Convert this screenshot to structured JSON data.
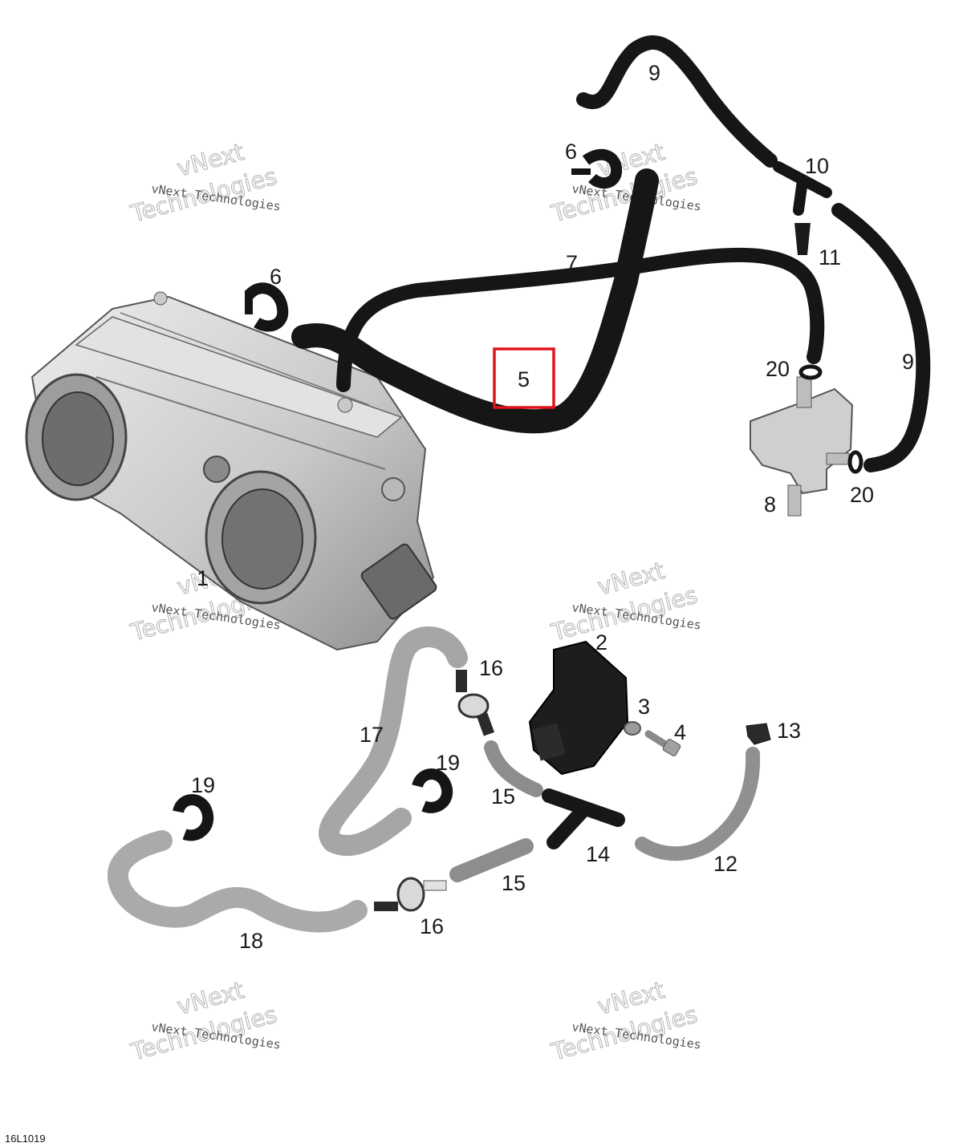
{
  "callouts": [
    {
      "id": "1",
      "text": "1"
    },
    {
      "id": "2",
      "text": "2"
    },
    {
      "id": "3",
      "text": "3"
    },
    {
      "id": "4",
      "text": "4"
    },
    {
      "id": "5",
      "text": "5"
    },
    {
      "id": "6a",
      "text": "6"
    },
    {
      "id": "6b",
      "text": "6"
    },
    {
      "id": "7",
      "text": "7"
    },
    {
      "id": "8",
      "text": "8"
    },
    {
      "id": "9a",
      "text": "9"
    },
    {
      "id": "9b",
      "text": "9"
    },
    {
      "id": "10",
      "text": "10"
    },
    {
      "id": "11",
      "text": "11"
    },
    {
      "id": "12",
      "text": "12"
    },
    {
      "id": "13",
      "text": "13"
    },
    {
      "id": "14",
      "text": "14"
    },
    {
      "id": "15a",
      "text": "15"
    },
    {
      "id": "15b",
      "text": "15"
    },
    {
      "id": "16a",
      "text": "16"
    },
    {
      "id": "16b",
      "text": "16"
    },
    {
      "id": "17",
      "text": "17"
    },
    {
      "id": "18",
      "text": "18"
    },
    {
      "id": "19a",
      "text": "19"
    },
    {
      "id": "19b",
      "text": "19"
    },
    {
      "id": "20a",
      "text": "20"
    },
    {
      "id": "20b",
      "text": "20"
    }
  ],
  "highlighted_callout": "5",
  "watermark": {
    "line1": "vNext",
    "line2": "Technologies",
    "line3": "vNext Technologies"
  },
  "reference_code": "16L1019",
  "colors": {
    "highlight": "#e0141c",
    "dark_hose": "#161616",
    "light_hose": "#9a9a9a",
    "metal": "#d2d2d2"
  }
}
